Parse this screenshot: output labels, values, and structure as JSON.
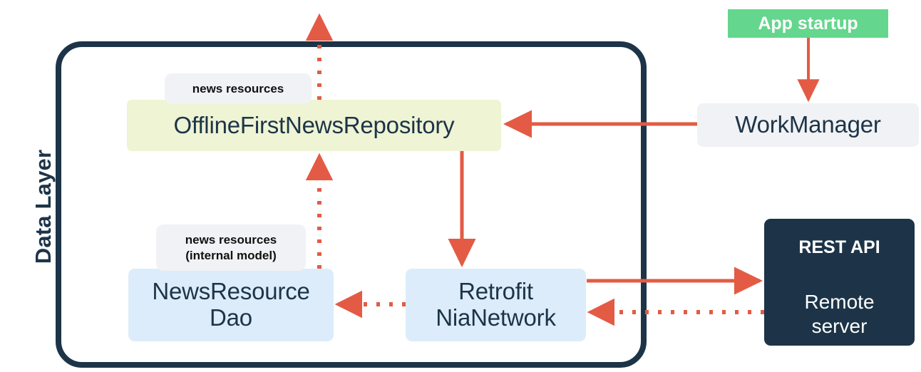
{
  "diagram": {
    "title": "Data Layer",
    "group_label": "Data Layer",
    "colors": {
      "ink": "#1d3448",
      "arrow": "#e35b44",
      "repository_fill": "#eef4d4",
      "data_fill": "#dcecfa",
      "neutral_fill": "#f1f2f5",
      "startup_fill": "#64d68d",
      "server_fill": "#1d3448"
    }
  },
  "nodes": {
    "repository": {
      "label": "OfflineFirstNewsRepository"
    },
    "dao": {
      "line1": "NewsResource",
      "line2": "Dao"
    },
    "network": {
      "line1": "Retrofit",
      "line2": "NiaNetwork"
    },
    "work_manager": {
      "label": "WorkManager"
    },
    "app_startup": {
      "label": "App startup"
    },
    "remote_server": {
      "title": "REST API",
      "sub_line1": "Remote",
      "sub_line2": "server"
    }
  },
  "edge_labels": {
    "news_resources": {
      "line1": "news resources"
    },
    "news_resources_internal": {
      "line1": "news resources",
      "line2": "(internal model)"
    }
  },
  "edges": [
    {
      "name": "repository-to-ui",
      "from": "OfflineFirstNewsRepository",
      "to": "up-out-of-data-layer",
      "style": "dotted",
      "direction": "up",
      "label": "news resources"
    },
    {
      "name": "dao-to-repository",
      "from": "NewsResourceDao",
      "to": "OfflineFirstNewsRepository",
      "style": "dotted",
      "direction": "up",
      "label": "news resources (internal model)"
    },
    {
      "name": "workmanager-to-repository",
      "from": "WorkManager",
      "to": "OfflineFirstNewsRepository",
      "style": "solid",
      "direction": "left"
    },
    {
      "name": "app-startup-to-workmanager",
      "from": "App startup",
      "to": "WorkManager",
      "style": "solid",
      "direction": "down"
    },
    {
      "name": "repository-to-network",
      "from": "OfflineFirstNewsRepository",
      "to": "Retrofit NiaNetwork",
      "style": "solid",
      "direction": "down"
    },
    {
      "name": "network-to-server",
      "from": "Retrofit NiaNetwork",
      "to": "Remote server",
      "style": "solid",
      "direction": "right"
    },
    {
      "name": "server-to-network",
      "from": "Remote server",
      "to": "Retrofit NiaNetwork",
      "style": "dotted",
      "direction": "left"
    },
    {
      "name": "network-to-dao",
      "from": "Retrofit NiaNetwork",
      "to": "NewsResourceDao",
      "style": "dotted",
      "direction": "left"
    }
  ]
}
